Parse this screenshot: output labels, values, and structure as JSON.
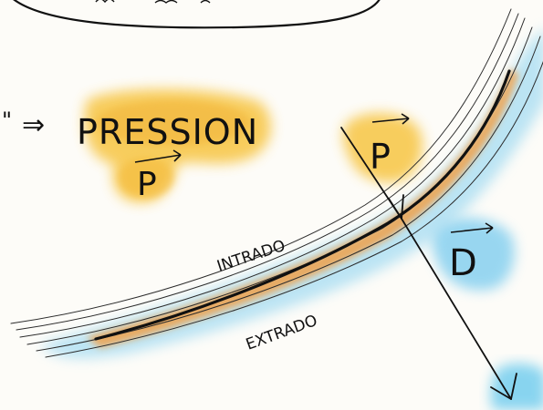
{
  "labels": {
    "arrow_prefix": "⇒",
    "pression": "PRESSION",
    "pression_vector": "P",
    "force_vector": "P",
    "d_vector": "D",
    "intrado": "INTRADO",
    "extrado": "EXTRADO"
  },
  "colors": {
    "paper": "#fdfcf8",
    "ink": "#111111",
    "yellow_wash": "#f7c542",
    "orange_wash": "#f0a04a",
    "blue_wash": "#8fd3ef",
    "sky_blue": "#5fc6ec"
  }
}
